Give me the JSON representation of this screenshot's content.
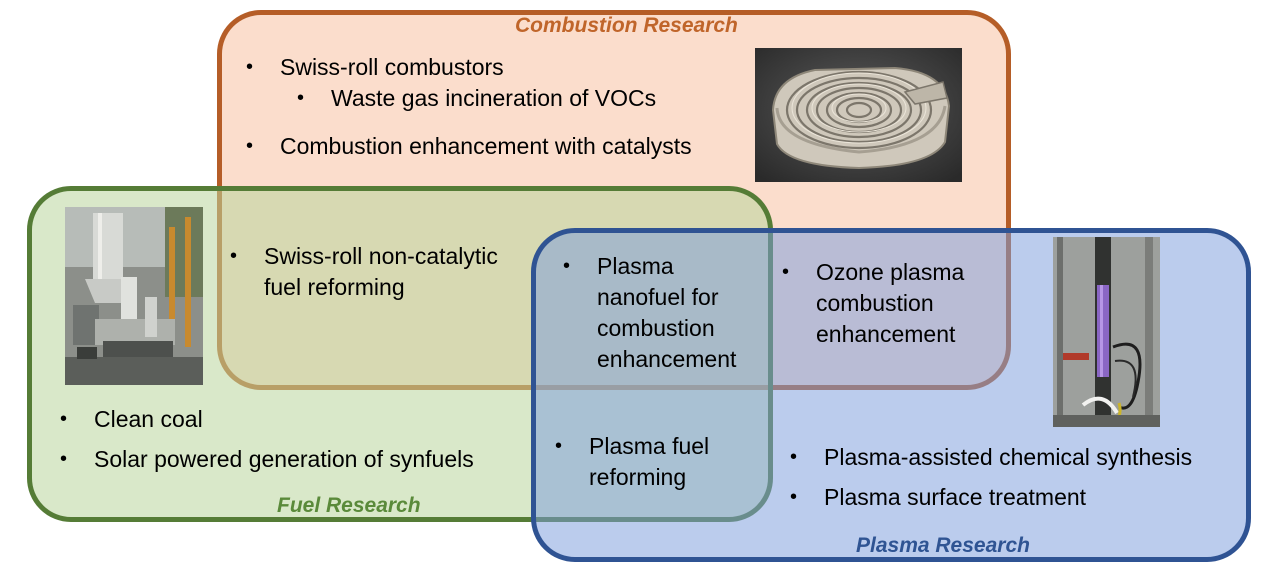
{
  "titles": {
    "combustion": "Combustion Research",
    "fuel": "Fuel Research",
    "plasma": "Plasma Research"
  },
  "bullet": "•",
  "combustion_items": [
    "Swiss-roll combustors",
    "Waste gas incineration of VOCs",
    "Combustion enhancement with catalysts"
  ],
  "combustion_fuel_items": [
    "Swiss-roll non-catalytic\nfuel reforming"
  ],
  "center_items": [
    "Plasma\nnanofuel for\ncombustion\nenhancement"
  ],
  "combustion_plasma_items": [
    "Ozone plasma\ncombustion\nenhancement"
  ],
  "fuel_items": [
    "Clean coal",
    "Solar powered generation of synfuels"
  ],
  "fuel_plasma_items": [
    "Plasma fuel\nreforming"
  ],
  "plasma_items": [
    "Plasma-assisted chemical synthesis",
    "Plasma surface treatment"
  ],
  "colors": {
    "combustion_border": "#b55d27",
    "fuel_border": "#557c36",
    "plasma_border": "#2f5393",
    "combustion_title": "#c0652a",
    "fuel_title": "#5a8a3a",
    "plasma_title": "#2f5493"
  },
  "images": {
    "swissroll": "swiss-roll-combustor-photo",
    "gasifier": "fuel-reactor-equipment-photo",
    "plasma": "plasma-reactor-photo"
  }
}
